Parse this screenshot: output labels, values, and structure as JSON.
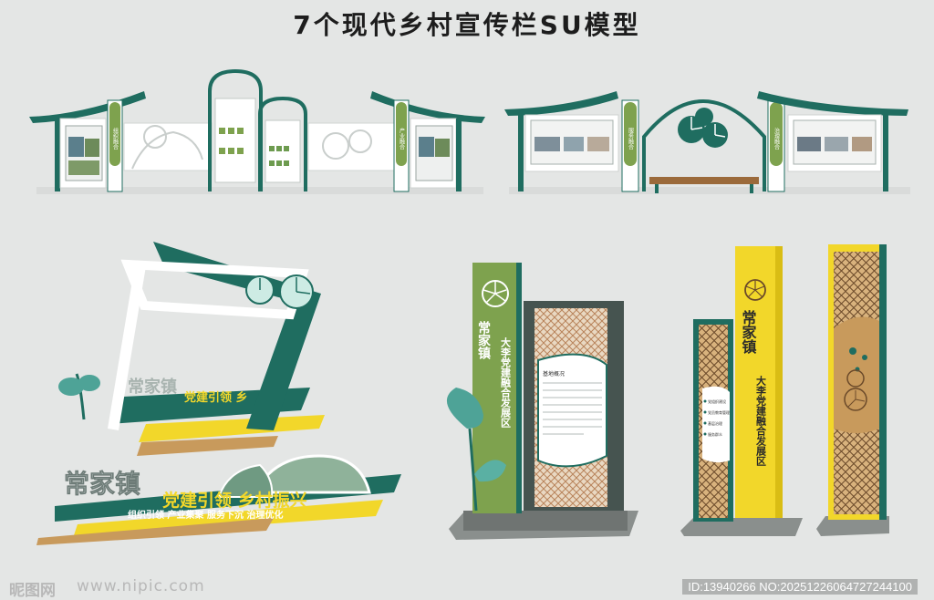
{
  "header": {
    "title": "7个现代乡村宣传栏SU模型"
  },
  "models": {
    "m1": {
      "sign_left": "组织融合",
      "sign_right": "产业融合"
    },
    "m2": {
      "sign_left": "服务融合",
      "sign_right": "治理融合"
    },
    "m3": {
      "label_a": "常家镇",
      "label_b": "党建引领 乡"
    },
    "m4": {
      "title": "常家镇",
      "slogan": "党建引领  乡村振兴",
      "subline": "组织引领  产业集聚  服务下沉  治理优化"
    },
    "m5": {
      "name": "常家镇",
      "subtitle": "大李党建融合发展区",
      "panel_title": "基地概况"
    },
    "m6": {
      "items": [
        "党组织建设",
        "党员教育管理",
        "基层治理",
        "服务群众"
      ]
    },
    "m7": {
      "name": "常家镇",
      "subtitle": "大李党建融合发展区"
    }
  },
  "footer": {
    "watermark_logo": "昵图网",
    "watermark_url": "www.nipic.com",
    "image_id": "ID:13940266 NO:20251226064727244100"
  },
  "colors": {
    "green": "#1f6d60",
    "olive": "#7ea24e",
    "yellow": "#f2d72a",
    "tan": "#c89a5c"
  }
}
